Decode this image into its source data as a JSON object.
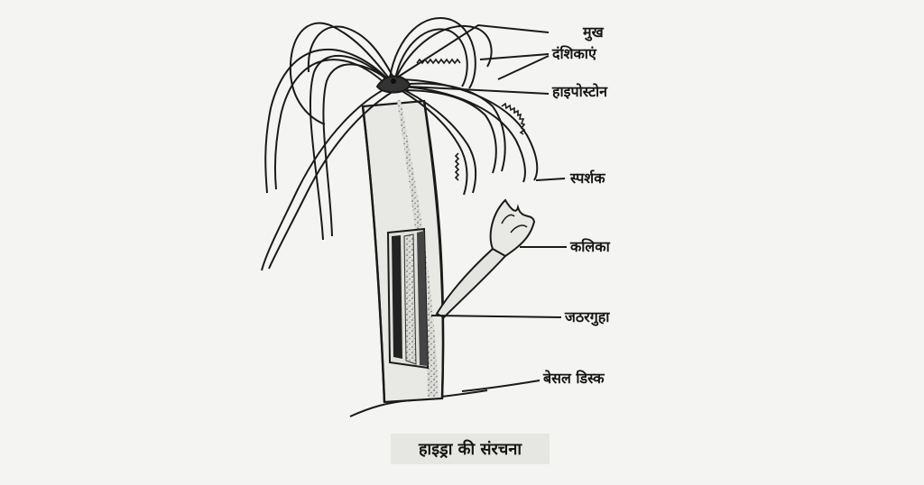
{
  "diagram": {
    "caption": "हाइड्रा की संरचना",
    "labels": {
      "mouth": "मुख",
      "nematocysts": "दंशिकाएं",
      "hypostome": "हाइपोस्टोन",
      "tentacle": "स्पर्शक",
      "bud": "कलिका",
      "gastric_cavity": "जठरगुहा",
      "basal_disc": "बेसल डिस्क"
    }
  }
}
